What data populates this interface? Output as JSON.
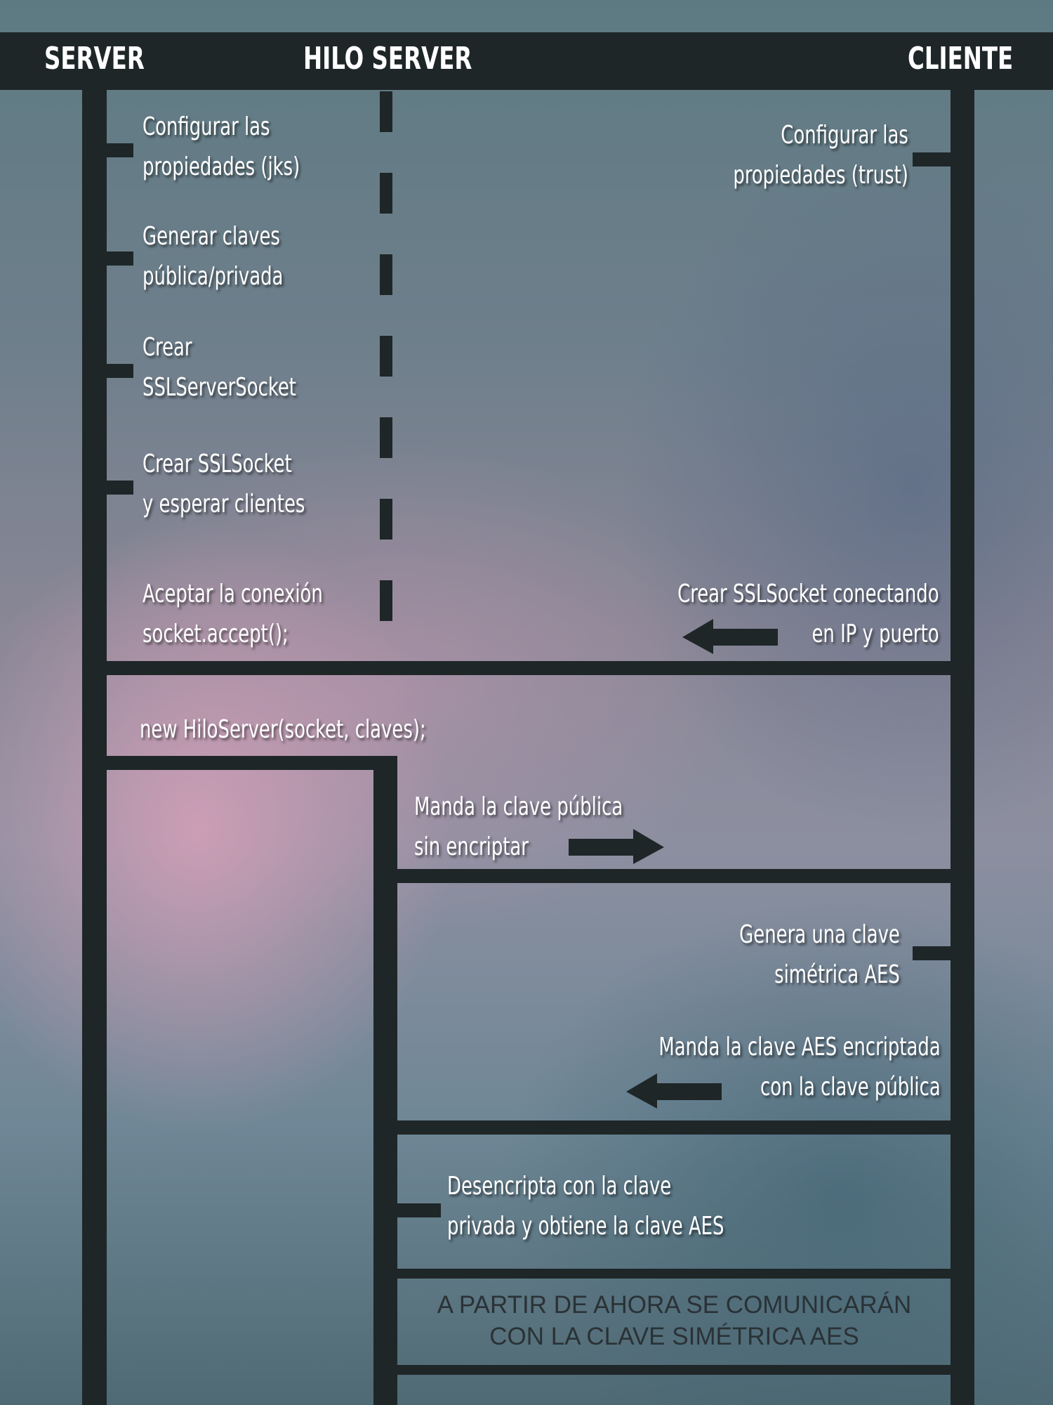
{
  "header": {
    "server": "SERVER",
    "hilo_server": "HILO SERVER",
    "cliente": "CLIENTE"
  },
  "server_steps": [
    {
      "line1": "Configurar las",
      "line2": "propiedades (jks)"
    },
    {
      "line1": "Generar claves",
      "line2": "pública/privada"
    },
    {
      "line1": "Crear",
      "line2": "SSLServerSocket"
    },
    {
      "line1": "Crear SSLSocket",
      "line2": "y esperar clientes"
    },
    {
      "line1": "Aceptar la conexión",
      "line2": "socket.accept();"
    }
  ],
  "client_steps": [
    {
      "line1": "Configurar las",
      "line2": "propiedades (trust)"
    },
    {
      "line1": "Crear SSLSocket conectando",
      "line2": "en IP y puerto"
    }
  ],
  "new_thread": "new HiloServer(socket, claves);",
  "exchange": {
    "send_public_key": {
      "line1": "Manda la clave pública",
      "line2": "sin encriptar"
    },
    "generate_aes": {
      "line1": "Genera una clave",
      "line2": "simétrica AES"
    },
    "send_aes": {
      "line1": "Manda la clave AES encriptada",
      "line2": "con la clave pública"
    },
    "decrypt": {
      "line1": "Desencripta con la clave",
      "line2": "privada y obtiene la clave AES"
    }
  },
  "final_note": {
    "line1": "A PARTIR DE AHORA SE COMUNICARÁN",
    "line2": "CON LA CLAVE SIMÉTRICA AES"
  },
  "colors": {
    "dark": "#1e2628",
    "text": "#ffffff"
  }
}
